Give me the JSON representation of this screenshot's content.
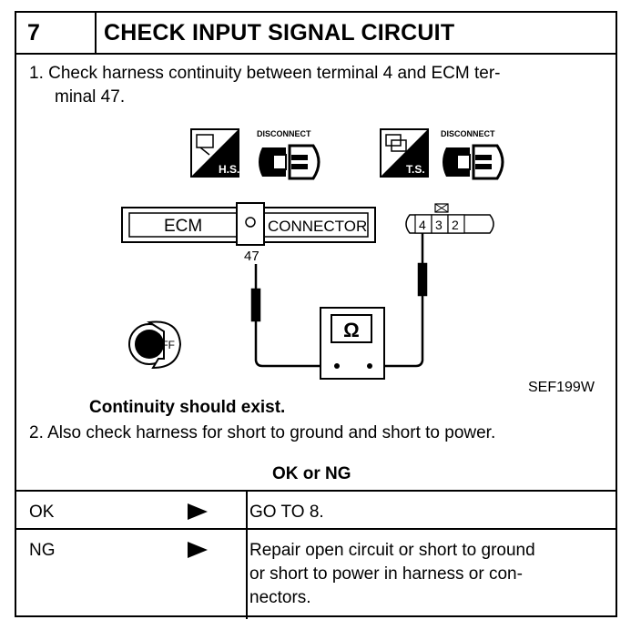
{
  "header": {
    "step_number": "7",
    "title": "CHECK INPUT SIGNAL CIRCUIT"
  },
  "steps": {
    "step1_line1": "1.  Check harness continuity between terminal 4 and ECM ter-",
    "step1_line2": "minal 47.",
    "result": "Continuity should exist.",
    "step2": "2.  Also check harness for short to ground and short to power."
  },
  "diagram": {
    "hs_label": "H.S.",
    "ts_label": "T.S.",
    "disconnect_label_1": "DISCONNECT",
    "disconnect_label_2": "DISCONNECT",
    "ecm_label": "ECM",
    "connector_label": "CONNECTOR",
    "terminal_47": "47",
    "connector_pins": [
      "4",
      "3",
      "2"
    ],
    "meter_symbol": "Ω",
    "ignition_label": "OFF",
    "figure_code": "SEF199W"
  },
  "decision": {
    "heading": "OK or NG",
    "rows": [
      {
        "label": "OK",
        "action_lines": [
          "GO TO 8."
        ]
      },
      {
        "label": "NG",
        "action_lines": [
          "Repair open circuit or short to ground",
          "or short to power in harness or con-",
          "nectors."
        ]
      }
    ]
  }
}
